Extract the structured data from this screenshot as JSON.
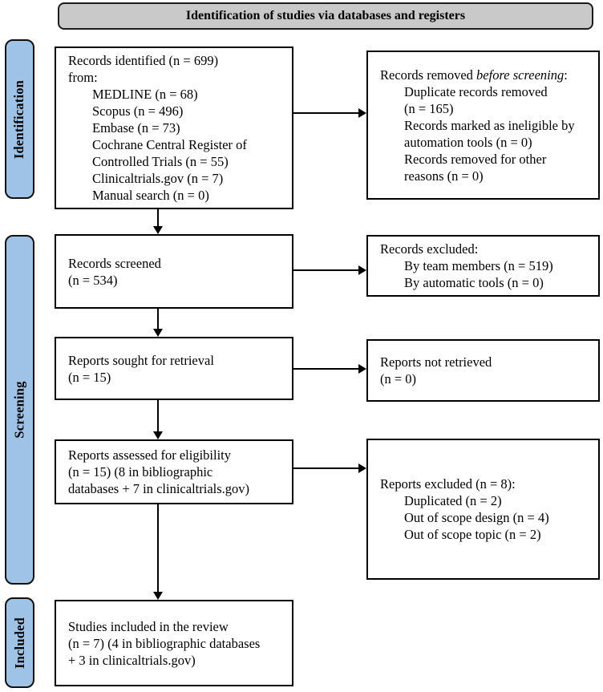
{
  "header": {
    "title": "Identification of studies via databases and registers"
  },
  "colors": {
    "header_bg": "#c9c9c9",
    "stage_bg": "#9fc3e7",
    "box_border": "#000000",
    "background": "#ffffff"
  },
  "stages": [
    {
      "label": "Identification"
    },
    {
      "label": "Screening"
    },
    {
      "label": "Included"
    }
  ],
  "boxes": {
    "records_identified": {
      "lines": [
        "Records identified (n = 699)",
        "from:",
        "MEDLINE (n = 68)",
        "Scopus (n = 496)",
        "Embase (n = 73)",
        "Cochrane Central Register of",
        "Controlled Trials (n = 55)",
        "Clinicaltrials.gov (n = 7)",
        "Manual search (n = 0)"
      ]
    },
    "records_removed": {
      "intro_prefix": "Records removed ",
      "intro_italic": "before screening",
      "intro_suffix": ":",
      "lines": [
        "Duplicate records removed",
        "(n = 165)",
        "Records marked as ineligible by",
        "automation tools (n = 0)",
        "Records removed for other",
        "reasons (n = 0)"
      ]
    },
    "records_screened": {
      "lines": [
        "Records screened",
        "(n = 534)"
      ]
    },
    "records_excluded": {
      "lines": [
        "Records excluded:",
        "By team members (n = 519)",
        "By automatic tools (n = 0)"
      ]
    },
    "reports_sought": {
      "lines": [
        "Reports sought for retrieval",
        "(n = 15)"
      ]
    },
    "reports_not_retrieved": {
      "lines": [
        "Reports not retrieved",
        "(n = 0)"
      ]
    },
    "reports_assessed": {
      "lines": [
        "Reports assessed for eligibility",
        "(n = 15) (8 in bibliographic",
        "databases + 7 in clinicaltrials.gov)"
      ]
    },
    "reports_excluded": {
      "lines": [
        "Reports excluded (n = 8):",
        "Duplicated (n = 2)",
        "Out of scope design (n = 4)",
        "Out of scope topic (n = 2)"
      ]
    },
    "studies_included": {
      "lines": [
        "Studies included in the review",
        "(n = 7) (4 in bibliographic databases",
        "+ 3 in clinicaltrials.gov)"
      ]
    }
  }
}
